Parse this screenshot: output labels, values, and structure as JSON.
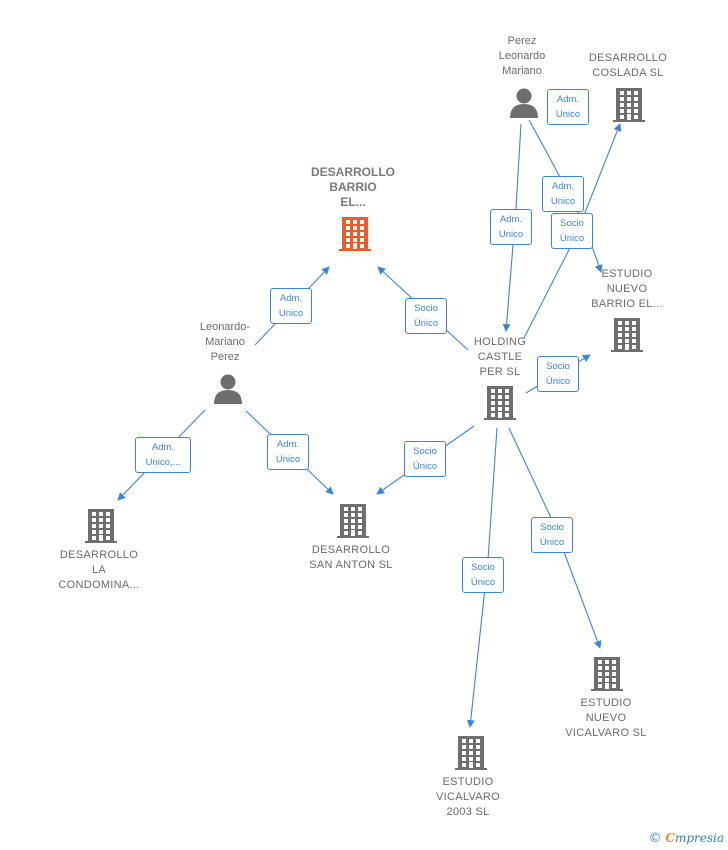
{
  "nodes": {
    "desarrollo_barrio": "DESARROLLO\nBARRIO\nEL...",
    "leonardo": "Leonardo-\nMariano\nPerez",
    "perez": "Perez\nLeonardo\nMariano",
    "desarrollo_coslada": "DESARROLLO\nCOSLADA  SL",
    "holding": "HOLDING\nCASTLE\nPER  SL",
    "estudio_barrio": "ESTUDIO\nNUEVO\nBARRIO EL...",
    "desarrollo_condomina": "DESARROLLO\nLA\nCONDOMINA...",
    "desarrollo_san_anton": "DESARROLLO\nSAN ANTON  SL",
    "estudio_vicalvaro_2003": "ESTUDIO\nVICALVARO\n2003  SL",
    "estudio_nuevo_vicalvaro": "ESTUDIO\nNUEVO\nVICALVARO  SL"
  },
  "edges": {
    "leo_to_barrio": "Adm.\nUnico",
    "holding_to_barrio": "Socio\nÚnico",
    "leo_to_condomina": "Adm.\nUnico,...",
    "leo_to_sananton": "Adm.\nUnico",
    "perez_to_coslada": "Adm.\nUnico",
    "perez_to_estudio_barrio": "Adm.\nUnico",
    "perez_to_holding": "Adm.\nUnico",
    "holding_to_coslada": "Socio\nÚnico",
    "holding_to_estudio_barrio": "Socio\nÚnico",
    "holding_to_sananton": "Socio\nÚnico",
    "holding_to_vicalvaro2003": "Socio\nÚnico",
    "holding_to_nuevo_vicalvaro": "Socio\nÚnico"
  },
  "colors": {
    "edge": "#3b86d8",
    "building": "#6e6e6e",
    "highlight_building": "#f05a28",
    "person": "#6e6e6e"
  },
  "icons": {
    "building": "building-icon",
    "person": "person-icon"
  },
  "footer": {
    "copyright": "©",
    "brand_e": "C",
    "brand_rest": "mpresia"
  }
}
